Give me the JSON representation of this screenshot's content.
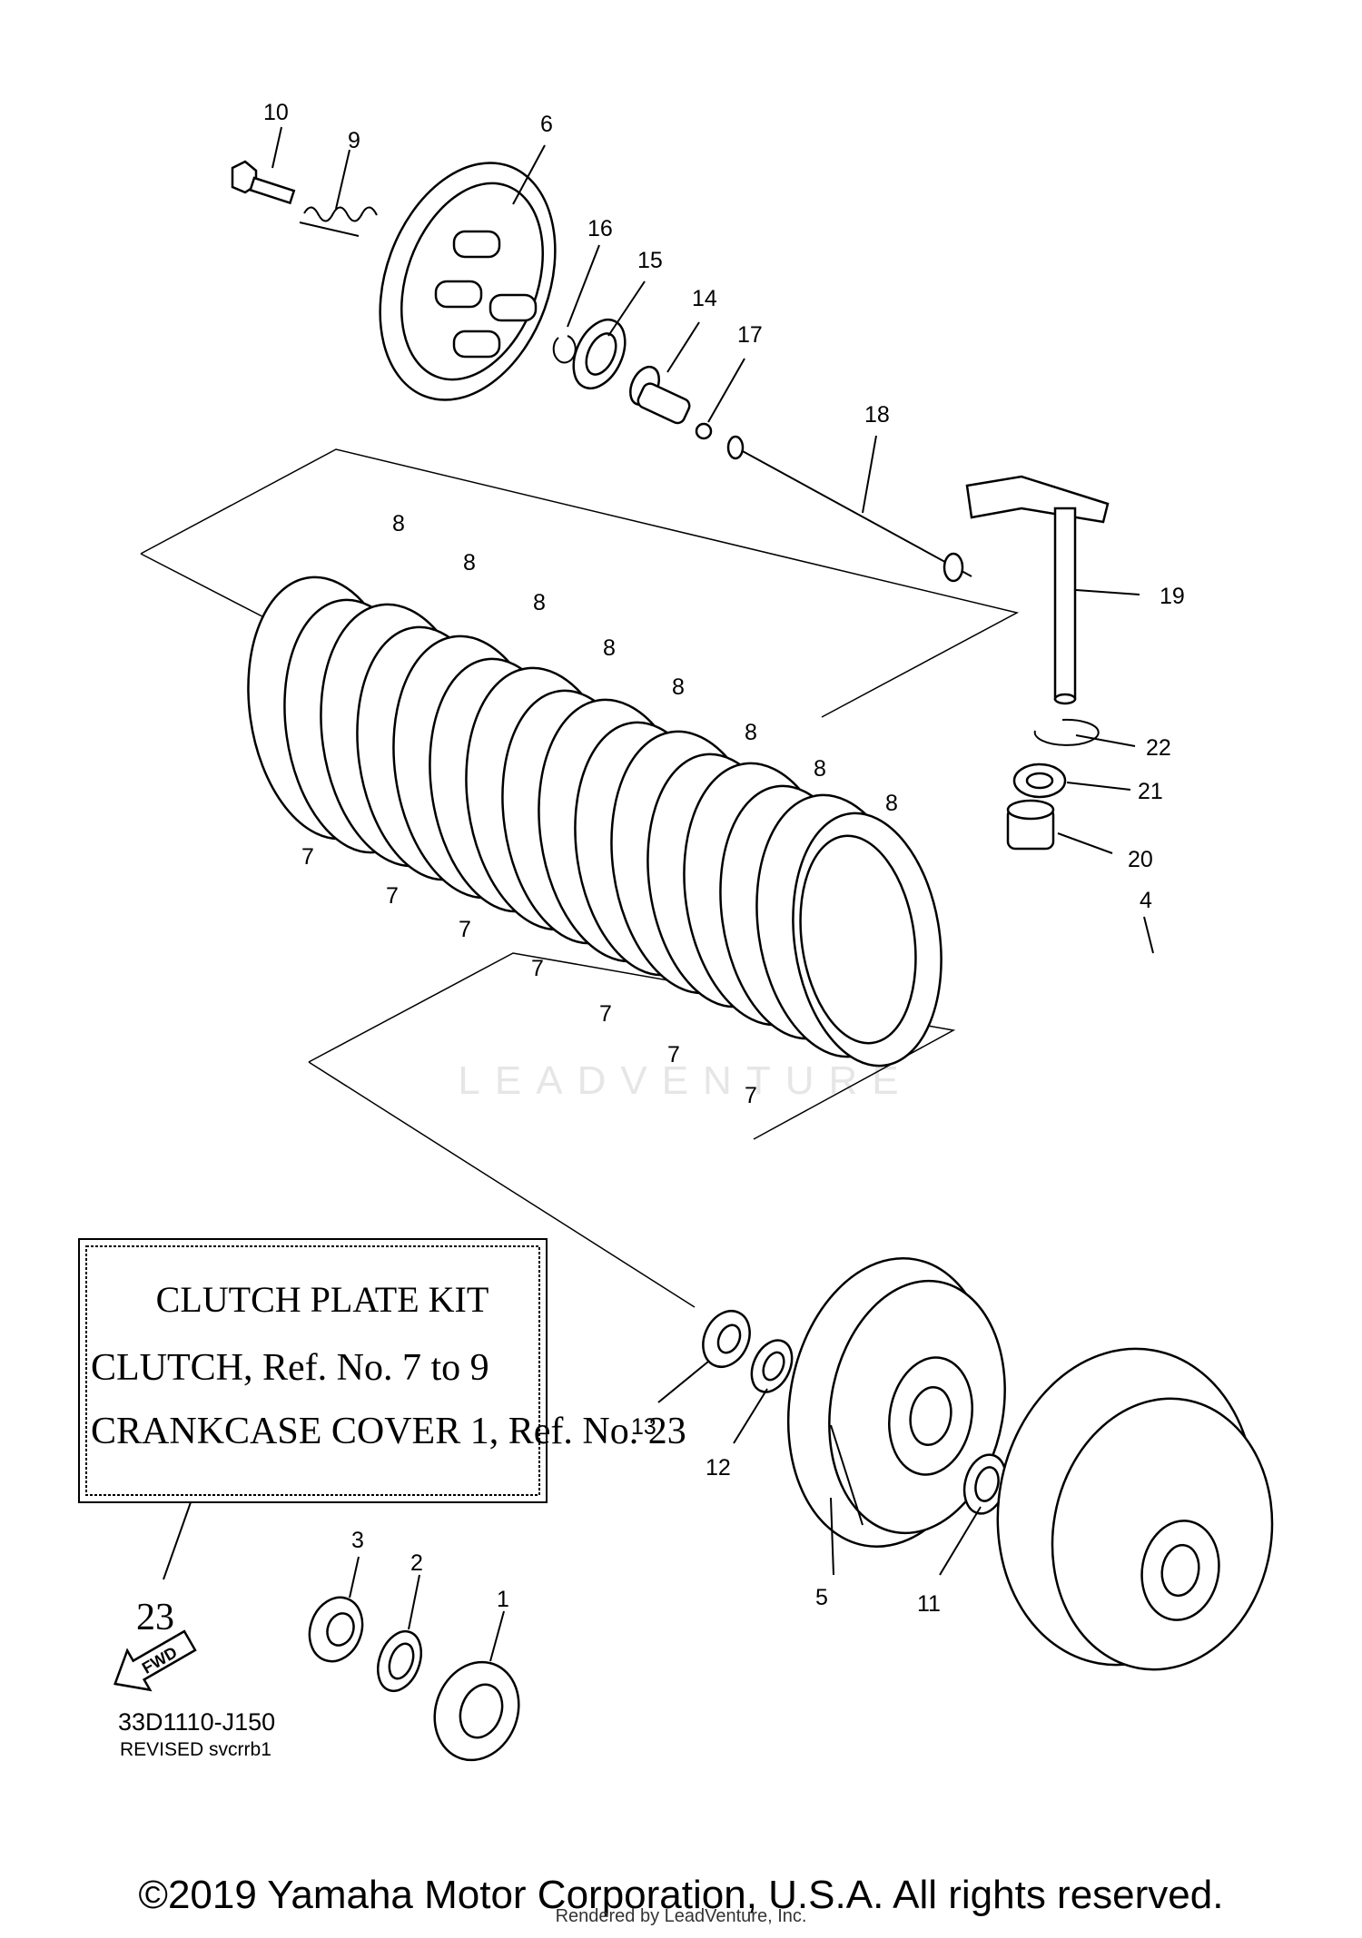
{
  "callouts": {
    "c1": "1",
    "c2": "2",
    "c3": "3",
    "c4": "4",
    "c5": "5",
    "c6": "6",
    "c7": "7",
    "c8": "8",
    "c9": "9",
    "c10": "10",
    "c11": "11",
    "c12": "12",
    "c13": "13",
    "c14": "14",
    "c15": "15",
    "c16": "16",
    "c17": "17",
    "c18": "18",
    "c19": "19",
    "c20": "20",
    "c21": "21",
    "c22": "22",
    "c23": "23"
  },
  "kit_box": {
    "title": "CLUTCH PLATE KIT",
    "line1": "CLUTCH, Ref. No. 7 to 9",
    "line2": "CRANKCASE COVER 1, Ref. No. 23"
  },
  "fwd_label": "FWD",
  "watermark": "LEADVENTURE",
  "diagram_code": "33D1110-J150",
  "revised": "REVISED svcrrb1",
  "copyright": "©2019 Yamaha Motor Corporation, U.S.A. All rights reserved.",
  "rendered_by": "Rendered by LeadVenture, Inc."
}
